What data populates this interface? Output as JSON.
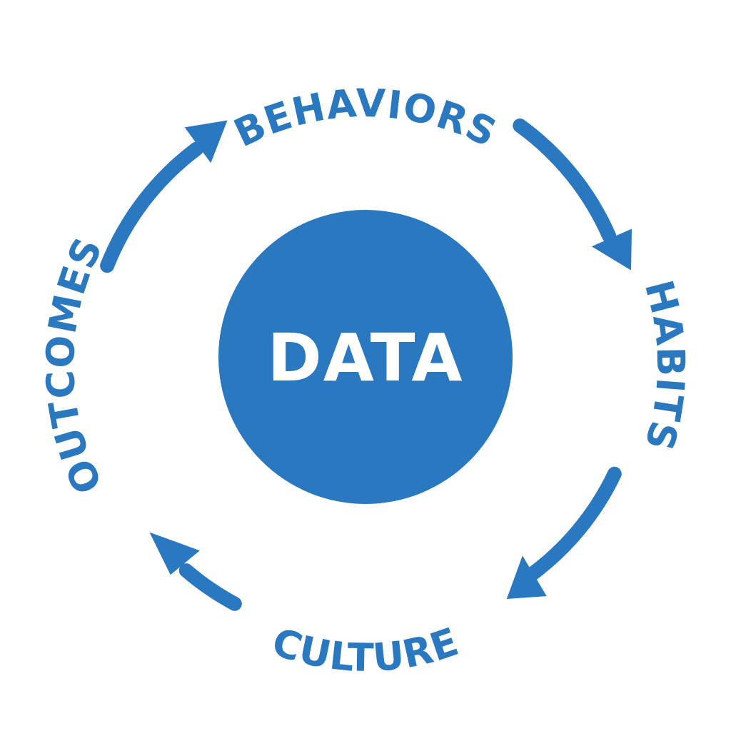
{
  "center": {
    "label": "DATA"
  },
  "cycle": {
    "behaviors": "BEHAVIORS",
    "habits": "HABITS",
    "culture": "CULTURE",
    "outcomes": "OUTCOMES"
  },
  "colors": {
    "primary": "#2a78c0",
    "text_on_primary": "#ffffff",
    "background": "#ffffff"
  }
}
